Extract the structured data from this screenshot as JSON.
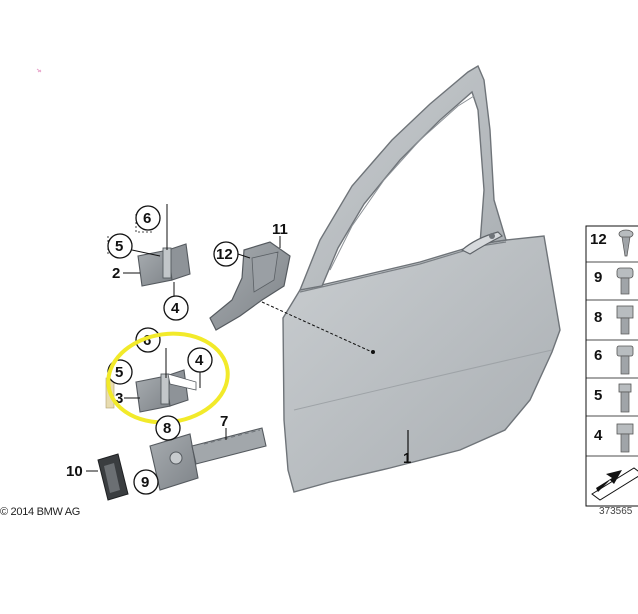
{
  "callouts": {
    "c1": "1",
    "c2": "2",
    "c3": "3",
    "c4_top": "4",
    "c4_mid": "4",
    "c5_top": "5",
    "c5_mid": "5",
    "c6_top": "6",
    "c6_mid": "6",
    "c7": "7",
    "c8": "8",
    "c9": "9",
    "c10": "10",
    "c11": "11",
    "c12": "12"
  },
  "legend": {
    "items": [
      "12",
      "9",
      "8",
      "6",
      "5",
      "4"
    ]
  },
  "footer": {
    "copyright": "© 2014 BMW AG",
    "diagram_id": "373565"
  },
  "colors": {
    "door": "#b4b9bd",
    "part": "#8f9499",
    "highlight": "#f2ea2a"
  }
}
